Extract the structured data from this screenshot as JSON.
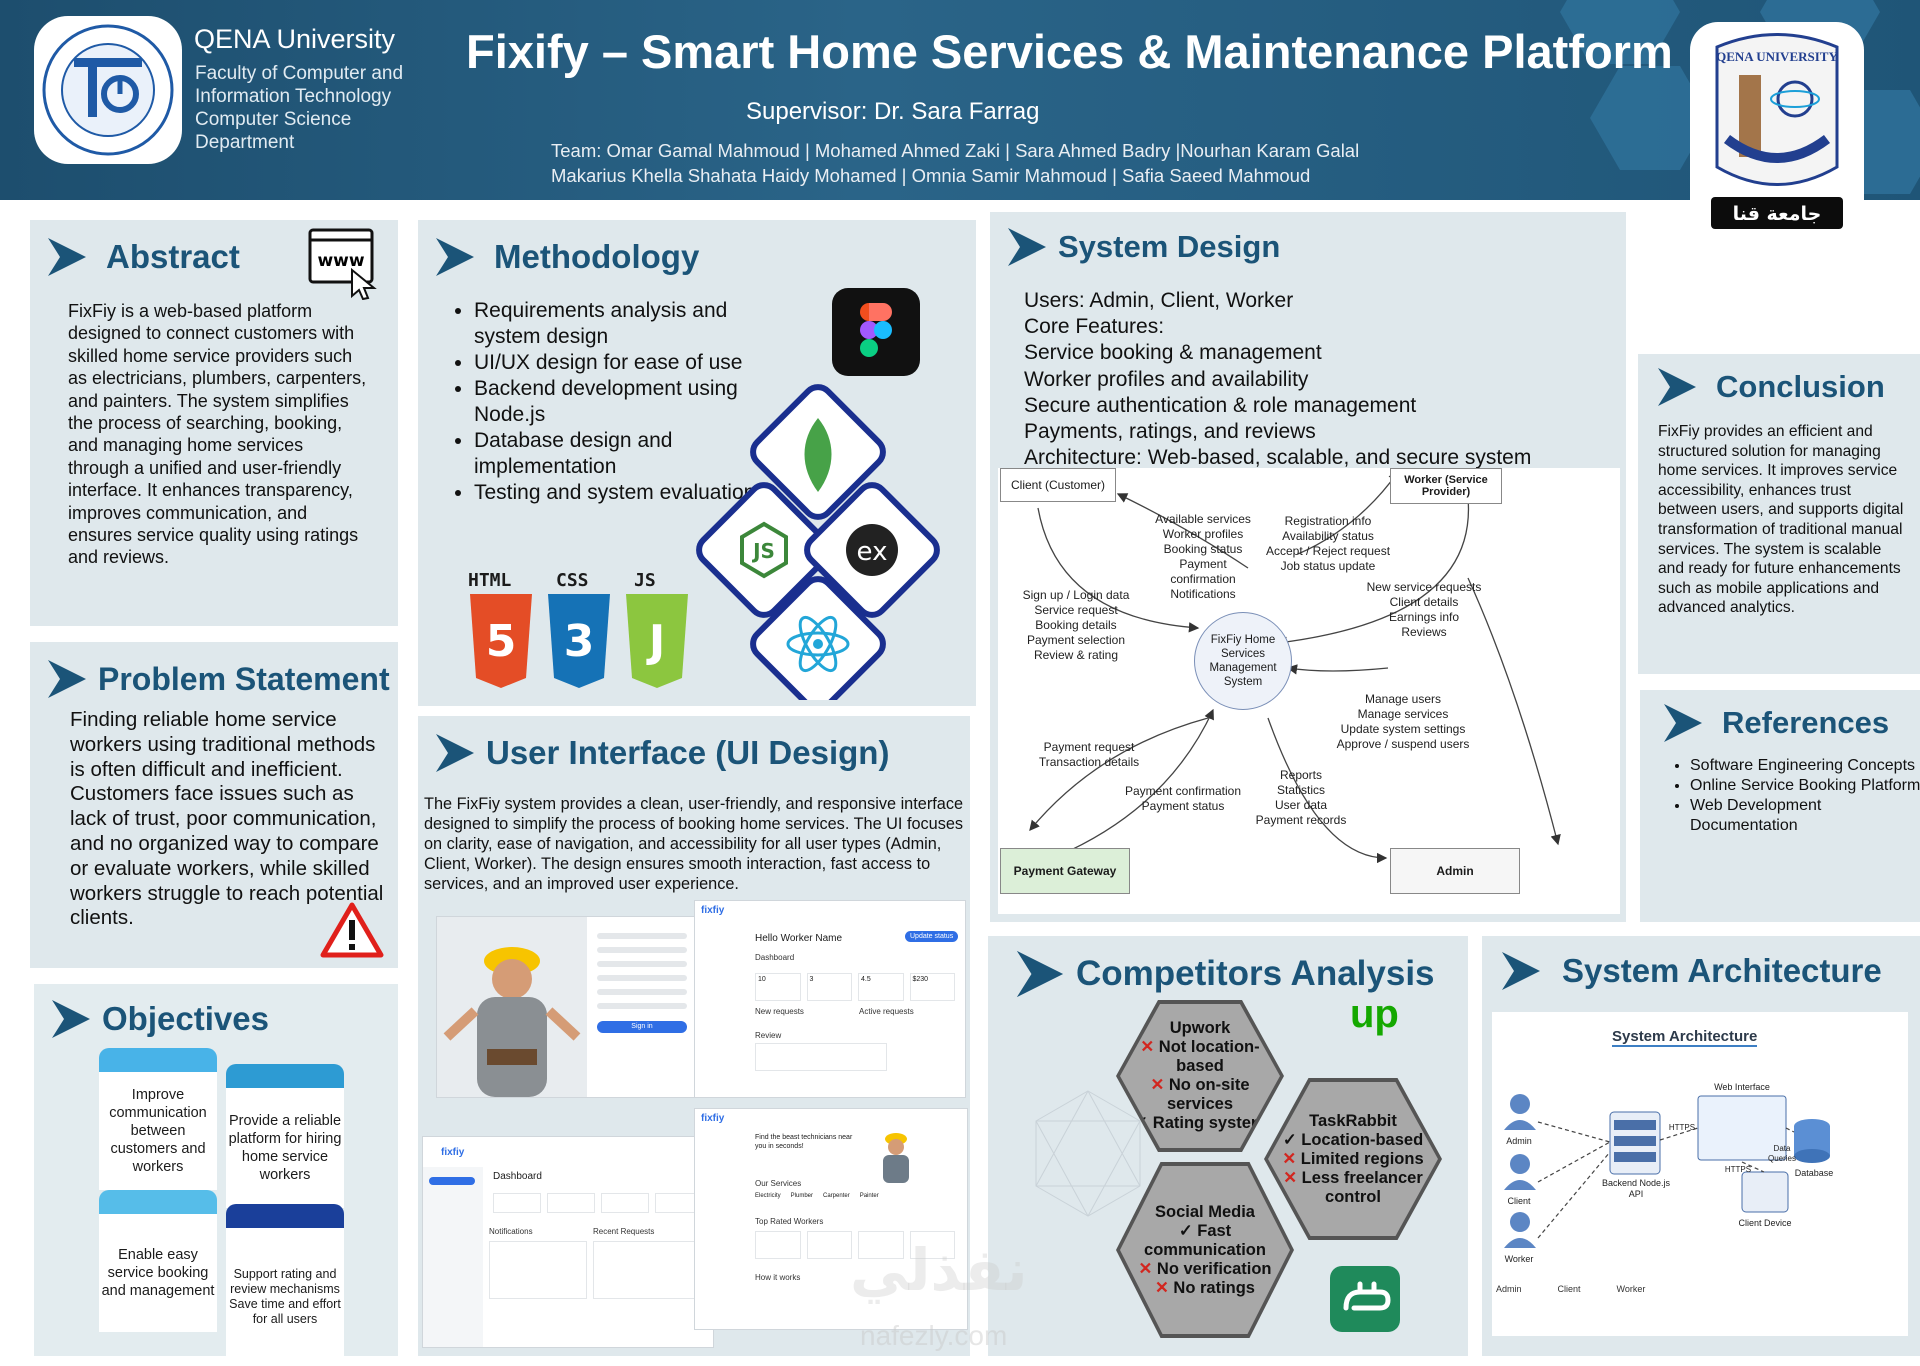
{
  "header": {
    "university": "QENA University",
    "faculty_lines": [
      "Faculty of Computer and",
      "Information Technology",
      "Computer Science",
      "Department"
    ],
    "title": "Fixify – Smart Home Services & Maintenance Platform",
    "supervisor": "Supervisor: Dr. Sara Farrag",
    "team_line1": "Team: Omar Gamal Mahmoud | Mohamed Ahmed Zaki | Sara Ahmed Badry |Nourhan Karam Galal",
    "team_line2": "Makarius Khella Shahata Haidy Mohamed | Omnia Samir Mahmoud | Safia Saeed Mahmoud",
    "right_logo_top": "QENA UNIVERSITY",
    "right_logo_bottom": "جامعة قنا"
  },
  "abstract": {
    "title": "Abstract",
    "icon_text": "www",
    "text": "FixFiy is a web-based platform designed to connect customers with skilled home service providers such as electricians, plumbers, carpenters, and painters. The system simplifies the process of searching, booking, and managing home services through a unified and user-friendly interface. It enhances transparency, improves communication, and ensures service quality using ratings and reviews."
  },
  "problem": {
    "title": "Problem Statement",
    "text": "Finding reliable home service workers using traditional methods is often difficult and inefficient. Customers face issues such as lack of trust, poor communication, and no organized way to compare or evaluate workers, while skilled workers struggle to reach potential clients."
  },
  "objectives": {
    "title": "Objectives",
    "cards": [
      "Improve communication between customers and workers",
      "Provide a reliable platform for hiring home service workers",
      "Enable easy service booking and management",
      "Support rating and review mechanisms Save time and effort for all users"
    ]
  },
  "methodology": {
    "title": "Methodology",
    "items": [
      "Requirements analysis and system design",
      "UI/UX design for ease of use",
      "Backend development using Node.js",
      "Database design and implementation",
      "Testing and system evaluation"
    ],
    "tech_labels": [
      "HTML",
      "CSS",
      "JS"
    ],
    "express_label": "ex"
  },
  "ui_design": {
    "title": "User Interface (UI Design)",
    "text": "The FixFiy system provides a clean, user-friendly, and responsive interface designed to simplify the process of booking home services. The UI focuses on clarity, ease of navigation, and accessibility for all user types (Admin, Client, Worker). The design ensures smooth interaction, fast access to services, and an improved user experience.",
    "mock_brand": "fixfiy",
    "mock_hello": "Hello Worker Name",
    "mock_dashboard": "Dashboard",
    "mock_new_requests": "New requests",
    "mock_active_requests": "Active requests",
    "mock_review": "Review",
    "mock_find": "Find the beast technicians near you in seconds!",
    "mock_our_services": "Our Services",
    "mock_top_workers": "Top Rated Workers",
    "mock_how": "How it works",
    "mock_notifications": "Notifications",
    "mock_recent": "Recent Requests",
    "mock_signin": "Sign in",
    "mock_update": "Update status",
    "mock_stats": [
      "10",
      "3",
      "4.5",
      "$230"
    ],
    "mock_services": [
      "Electricity",
      "Plumber",
      "Carpenter",
      "Painter"
    ]
  },
  "system_design": {
    "title": "System Design",
    "lines": [
      "Users: Admin, Client, Worker",
      "Core Features:",
      "Service booking & management",
      "Worker profiles and availability",
      "Secure authentication & role management",
      "Payments, ratings, and reviews",
      "Architecture: Web-based, scalable, and secure system"
    ],
    "diagram": {
      "client": "Client (Customer)",
      "worker": "Worker (Service Provider)",
      "center": "FixFiy Home Services Management System",
      "gateway": "Payment Gateway",
      "admin": "Admin",
      "to_client": [
        "Available services",
        "Worker profiles",
        "Booking status",
        "Payment confirmation",
        "Notifications"
      ],
      "from_worker": [
        "Registration info",
        "Availability status",
        "Accept / Reject request",
        "Job status update"
      ],
      "from_client": [
        "Sign up / Login data",
        "Service request",
        "Booking details",
        "Payment selection",
        "Review & rating"
      ],
      "to_worker": [
        "New service requests",
        "Client details",
        "Earnings info",
        "Reviews"
      ],
      "from_admin": [
        "Manage users",
        "Manage services",
        "Update system settings",
        "Approve / suspend users"
      ],
      "to_gateway": [
        "Payment request",
        "Transaction details"
      ],
      "from_gateway": [
        "Payment confirmation",
        "Payment status"
      ],
      "to_admin": [
        "Reports",
        "Statistics",
        "User data",
        "Payment records"
      ]
    }
  },
  "conclusion": {
    "title": "Conclusion",
    "text": "FixFiy provides an efficient and structured solution for managing home services. It improves service accessibility, enhances trust between users, and supports digital transformation of traditional manual services. The system is scalable and ready for future enhancements such as mobile applications and advanced analytics."
  },
  "references": {
    "title": "References",
    "items": [
      "Software Engineering Concepts",
      "Online Service Booking Platforms",
      "Web Development Documentation"
    ]
  },
  "competitors": {
    "title": "Competitors Analysis",
    "upwork_logo": "up",
    "upwork": {
      "name": "Upwork",
      "points": [
        "✕ Not location-based",
        "✕ No on-site services",
        "✓ Rating system"
      ]
    },
    "taskrabbit": {
      "name": "TaskRabbit",
      "points": [
        "✓ Location-based",
        "✕ Limited regions",
        "✕ Less freelancer control"
      ]
    },
    "social": {
      "name": "Social Media",
      "points": [
        "✓ Fast communication",
        "✕ No verification",
        "✕ No ratings"
      ]
    }
  },
  "architecture": {
    "title": "System Architecture",
    "diagram_title": "System Architecture",
    "users": [
      "Admin",
      "Client",
      "Worker"
    ],
    "backend": "Backend Node.js API",
    "web": "Web Interface",
    "database": "Database",
    "client_device": "Client Device",
    "https": "HTTPS",
    "queries": "Data Queries",
    "legend": [
      "Admin",
      "Client",
      "Worker"
    ]
  },
  "watermark": {
    "arabic": "نفذلي",
    "latin": "nafezly.com"
  },
  "colors": {
    "header": "#1d4e6e",
    "panel": "#dfe8ec",
    "heading": "#1b5478",
    "accent": "#3fa9e0"
  }
}
